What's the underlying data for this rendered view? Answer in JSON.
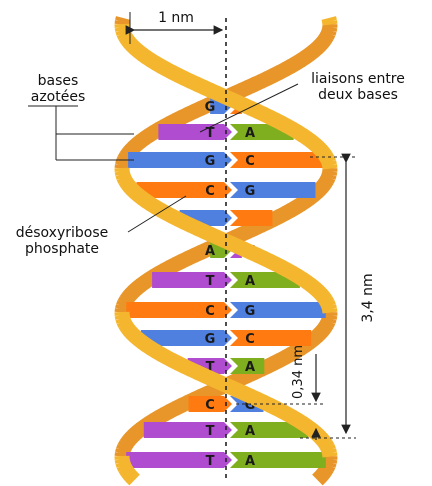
{
  "labels": {
    "width": "1 nm",
    "bases_line1": "bases",
    "bases_line2": "azotées",
    "bonds_line1": "liaisons entre",
    "bonds_line2": "deux bases",
    "backbone_line1": "désoxyribose",
    "backbone_line2": "phosphate",
    "turn_length": "3,4 nm",
    "step_length": "0,34 nm"
  },
  "colors": {
    "strand_front": "#f5b62f",
    "strand_back": "#e8962a",
    "strand_edge": "#3a2a10",
    "T": "#b04ccf",
    "A": "#7fae1e",
    "G": "#4f7fdf",
    "C": "#ff7a10"
  },
  "base_pairs": [
    {
      "left": "G",
      "right": "C"
    },
    {
      "left": "T",
      "right": "A"
    },
    {
      "left": "G",
      "right": "C"
    },
    {
      "left": "C",
      "right": "G"
    },
    {
      "left": "",
      "right": ""
    },
    {
      "left": "A",
      "right": "T"
    },
    {
      "left": "T",
      "right": "A"
    },
    {
      "left": "C",
      "right": "G"
    },
    {
      "left": "G",
      "right": "C"
    },
    {
      "left": "T",
      "right": "A"
    },
    {
      "left": "C",
      "right": "G"
    },
    {
      "left": "T",
      "right": "A"
    },
    {
      "left": "T",
      "right": "A"
    }
  ]
}
